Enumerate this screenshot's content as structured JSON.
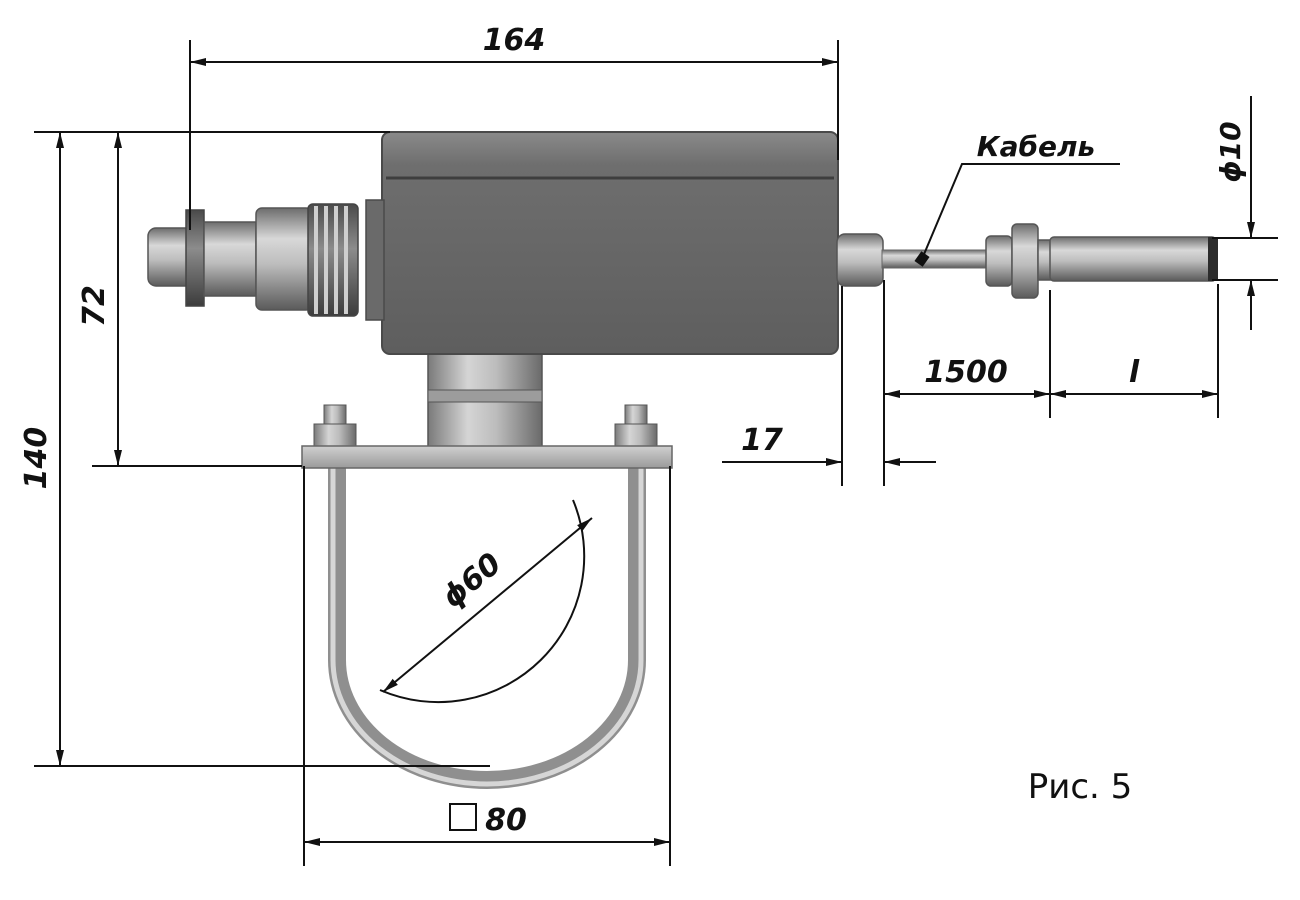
{
  "drawing": {
    "dimensions": {
      "overall_length": "164",
      "overall_height": "140",
      "body_height": "72",
      "cable_length": "1500",
      "probe_length": "l",
      "gap": "17",
      "probe_diameter": "ϕ10",
      "pipe_diameter": "ϕ60",
      "bracket_size": "80"
    },
    "labels": {
      "cable": "Кабель",
      "caption": "Рис. 5"
    },
    "colors": {
      "body": "#6f6f6f",
      "metal": "#b4b4b4",
      "line": "#111111"
    }
  }
}
